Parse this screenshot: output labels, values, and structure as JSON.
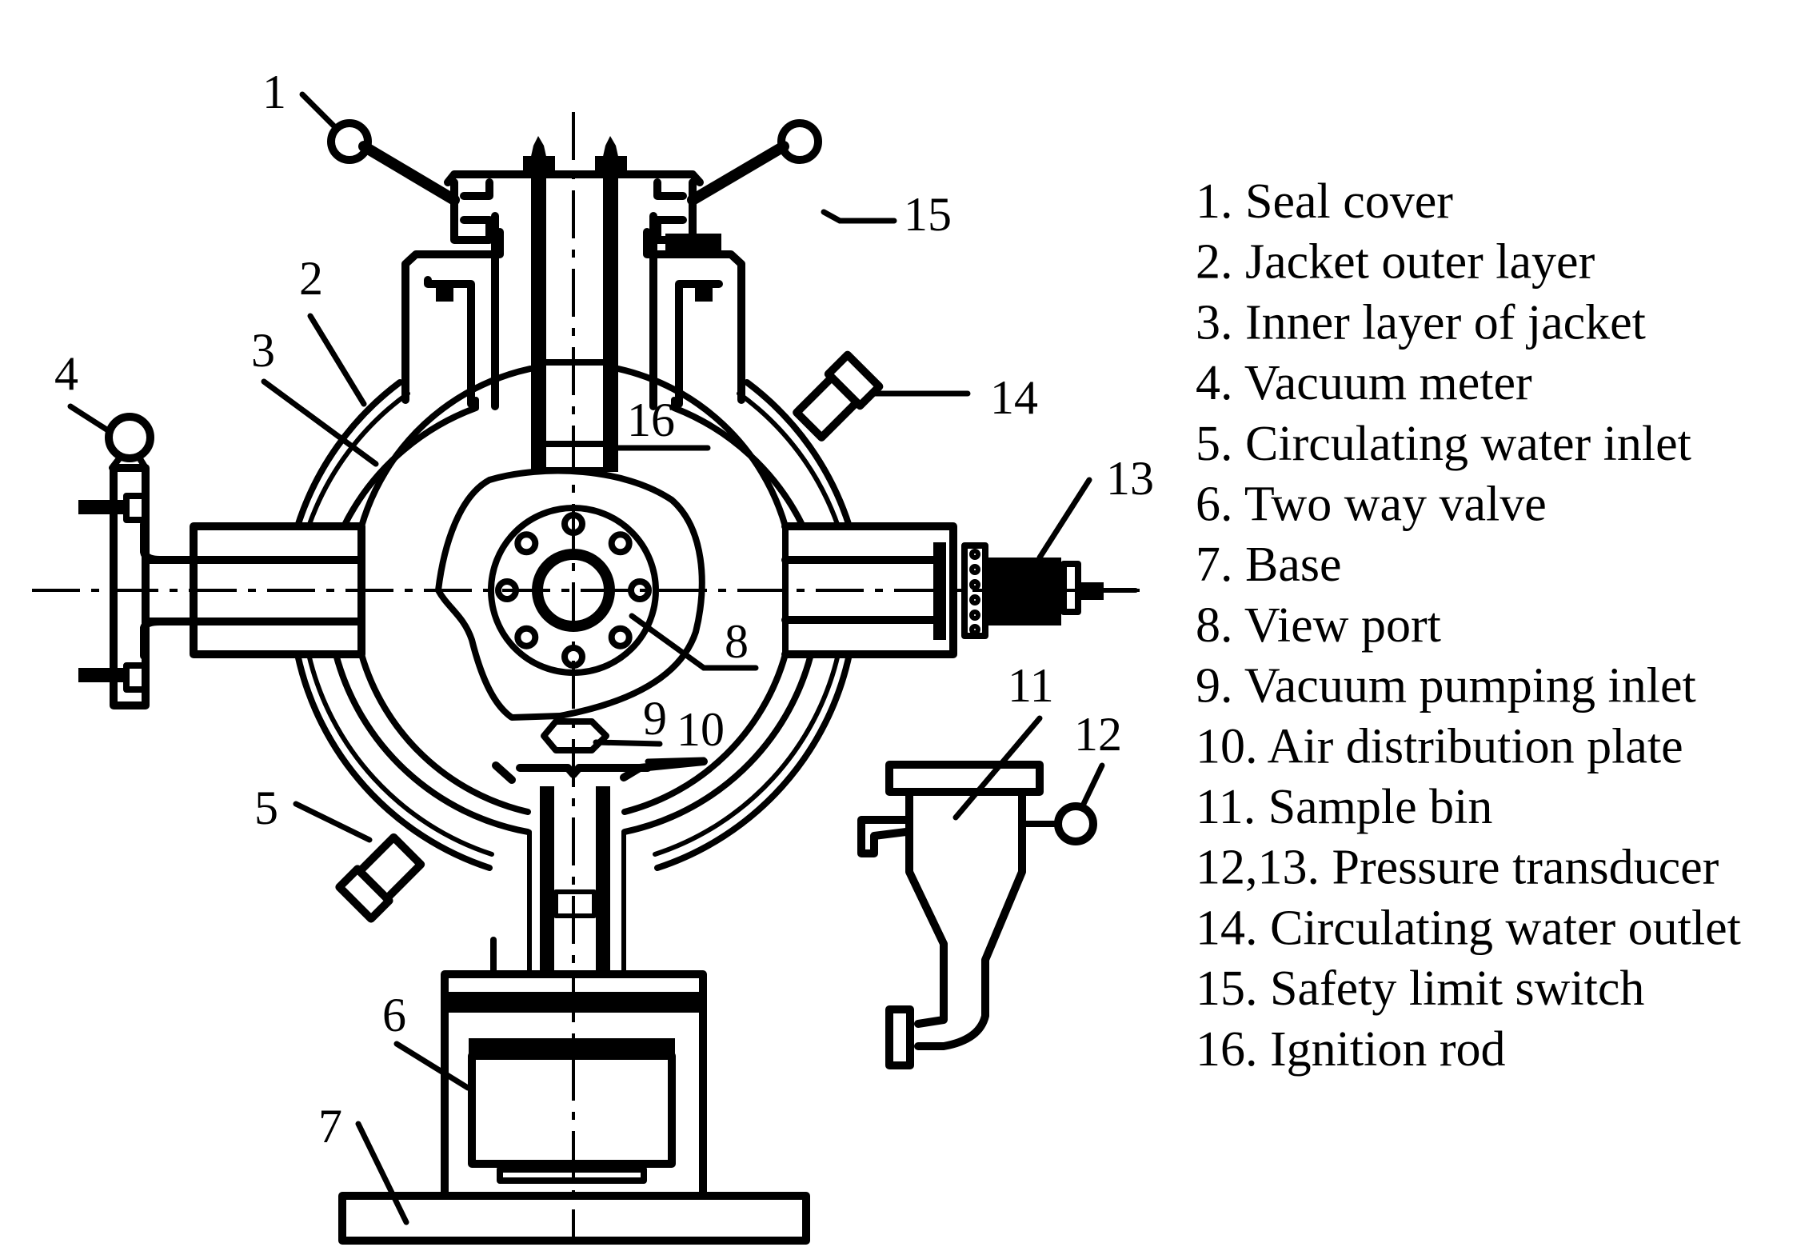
{
  "figure": {
    "title": "Explosion test vessel structure",
    "callouts": [
      {
        "id": "1",
        "text": "1"
      },
      {
        "id": "2",
        "text": "2"
      },
      {
        "id": "3",
        "text": "3"
      },
      {
        "id": "4",
        "text": "4"
      },
      {
        "id": "5",
        "text": "5"
      },
      {
        "id": "6",
        "text": "6"
      },
      {
        "id": "7",
        "text": "7"
      },
      {
        "id": "8",
        "text": "8"
      },
      {
        "id": "9",
        "text": "9"
      },
      {
        "id": "10",
        "text": "10"
      },
      {
        "id": "11",
        "text": "11"
      },
      {
        "id": "12",
        "text": "12"
      },
      {
        "id": "13",
        "text": "13"
      },
      {
        "id": "14",
        "text": "14"
      },
      {
        "id": "15",
        "text": "15"
      },
      {
        "id": "16",
        "text": "16"
      }
    ]
  },
  "legend": {
    "items": [
      "1. Seal cover",
      "2. Jacket outer layer",
      "3. Inner layer of jacket",
      "4. Vacuum meter",
      "5. Circulating water inlet",
      "6. Two way valve",
      "7. Base",
      "8. View port",
      "9. Vacuum pumping inlet",
      "10. Air distribution plate",
      "11. Sample bin",
      "12,13. Pressure transducer",
      "14. Circulating water outlet",
      "15. Safety limit switch",
      "16. Ignition rod"
    ]
  },
  "colors": {
    "ink": "#000000",
    "background": "#ffffff"
  }
}
